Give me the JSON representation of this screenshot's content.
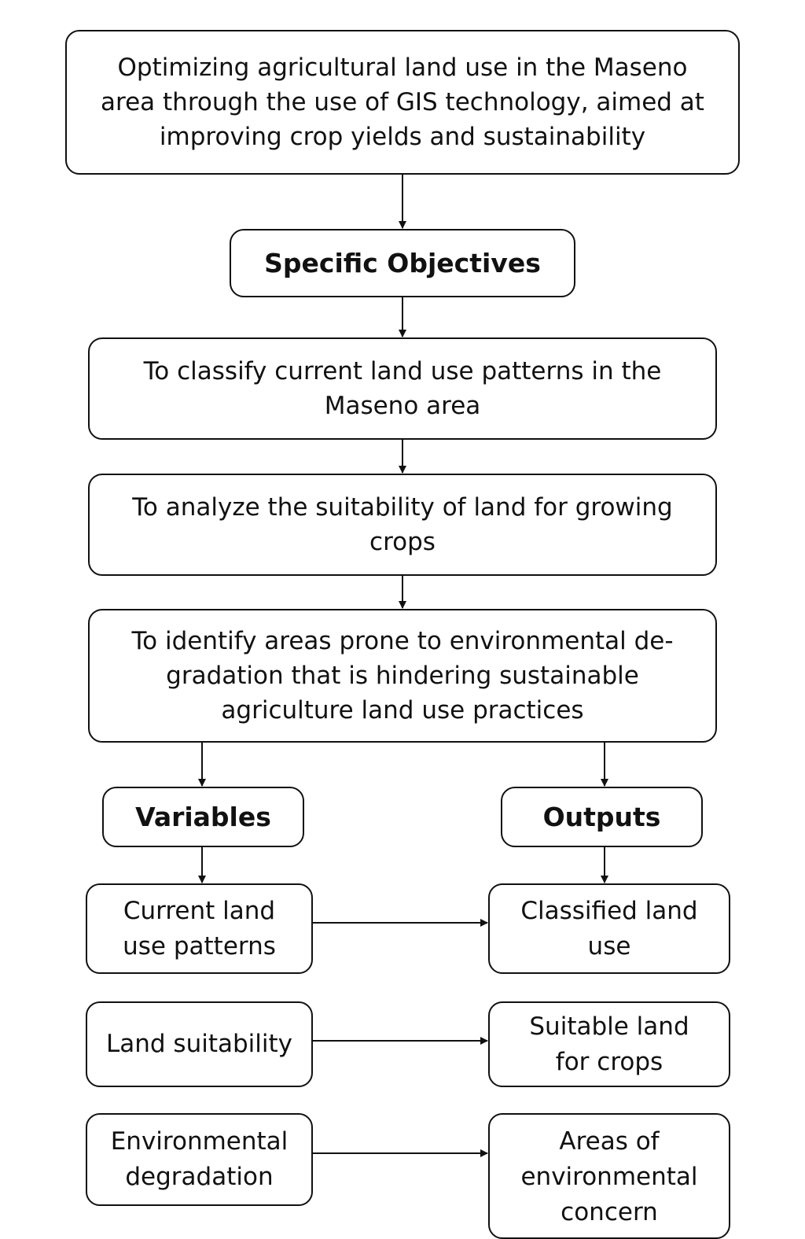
{
  "goal": "Optimizing agricultural land use in the Maseno\narea through the use of GIS technology, aimed at\nimproving crop yields and sustainability",
  "objectives_header": "Specific Objectives",
  "objectives": [
    "To classify current land use patterns in the\nMaseno area",
    "To analyze the suitability of land for growing\ncrops",
    "To identify areas prone to environmental de-\ngradation that is hindering sustainable\nagriculture land use practices"
  ],
  "variables_header": "Variables",
  "outputs_header": "Outputs",
  "variables": [
    "Current land\nuse patterns",
    "Land suitability",
    "Environmental\ndegradation"
  ],
  "outputs": [
    "Classified land\nuse",
    "Suitable land\nfor crops",
    "Areas of\nenvironmental\nconcern"
  ],
  "colors": {
    "stroke": "#111111",
    "background": "#ffffff"
  }
}
